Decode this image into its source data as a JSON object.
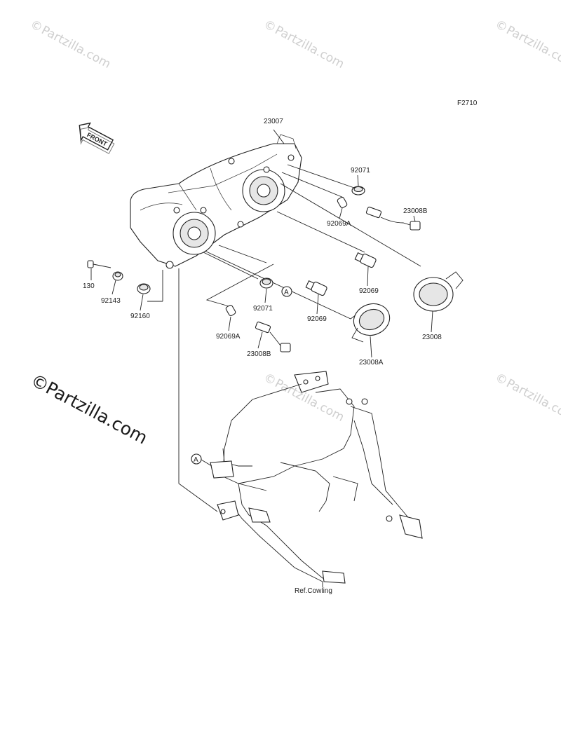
{
  "watermark": {
    "text": "Partzilla.com",
    "symbol": "©"
  },
  "figure_code": "F2710",
  "front_arrow_label": "FRONT",
  "parts": {
    "headlight_assy": "23007",
    "grommet_top": "92071",
    "bulb_a_top": "92069A",
    "socket_b_top": "23008B",
    "bulb_mid": "92069",
    "cap_right": "23008",
    "bolt": "130",
    "collar": "92143",
    "damper": "92160",
    "grommet_mid": "92071",
    "bulb_a_mid": "92069A",
    "socket_b_mid": "23008B",
    "bulb_low": "92069",
    "cap_a": "23008A",
    "ref_cowling": "Ref.Cowling"
  },
  "callout_marker": "A"
}
